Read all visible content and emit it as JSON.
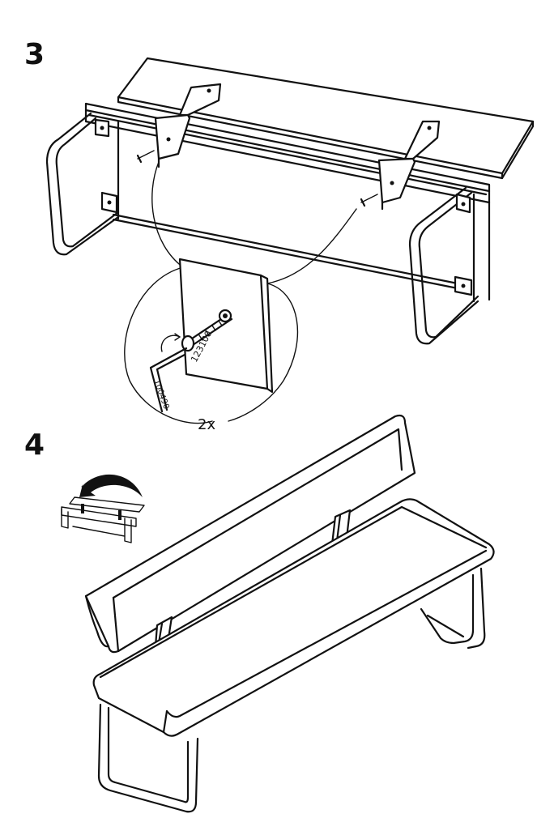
{
  "steps": [
    {
      "number": "3",
      "detail_callout": {
        "quantity": "2x",
        "screw_part_number": "123100",
        "allen_key_part_number": "100490"
      }
    },
    {
      "number": "4"
    }
  ],
  "colors": {
    "line": "#111111",
    "background": "#ffffff"
  },
  "icons": {
    "flip_arrow": "curved-arrow-icon"
  }
}
